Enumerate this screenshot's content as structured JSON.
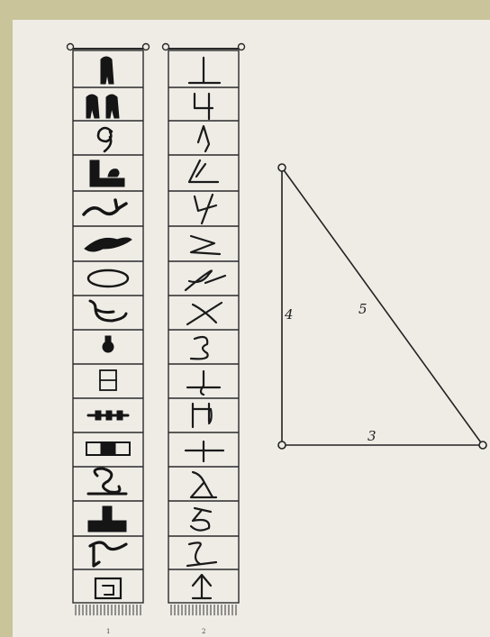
{
  "figure": {
    "strip_1_caption": "1",
    "strip_2_caption": "2",
    "strip_1_signs": [
      "reed-leaf-sign",
      "double-reed-sign",
      "coil-sign",
      "seat-sign",
      "snake-sign",
      "wavy-sign",
      "loop-sign",
      "bowl-sign",
      "vase-sign",
      "box-sign",
      "bead-bar-sign",
      "block-sign",
      "cord-sign",
      "anvil-sign",
      "serpent-sign",
      "square-sign"
    ],
    "strip_2_signs": [
      "hieratic-t-sign",
      "hieratic-4-sign",
      "hieratic-s-sign",
      "hieratic-l-sign",
      "hieratic-y-sign",
      "hieratic-z-sign",
      "hieratic-loop-sign",
      "hieratic-x-sign",
      "hieratic-3-sign",
      "hieratic-hook-sign",
      "hieratic-u-sign",
      "hieratic-cross-sign",
      "hieratic-lambda-sign",
      "hieratic-5-sign",
      "hieratic-6-sign",
      "hieratic-arrow-sign"
    ],
    "triangle": {
      "side_left": "4",
      "side_hyp": "5",
      "side_base": "3"
    }
  }
}
